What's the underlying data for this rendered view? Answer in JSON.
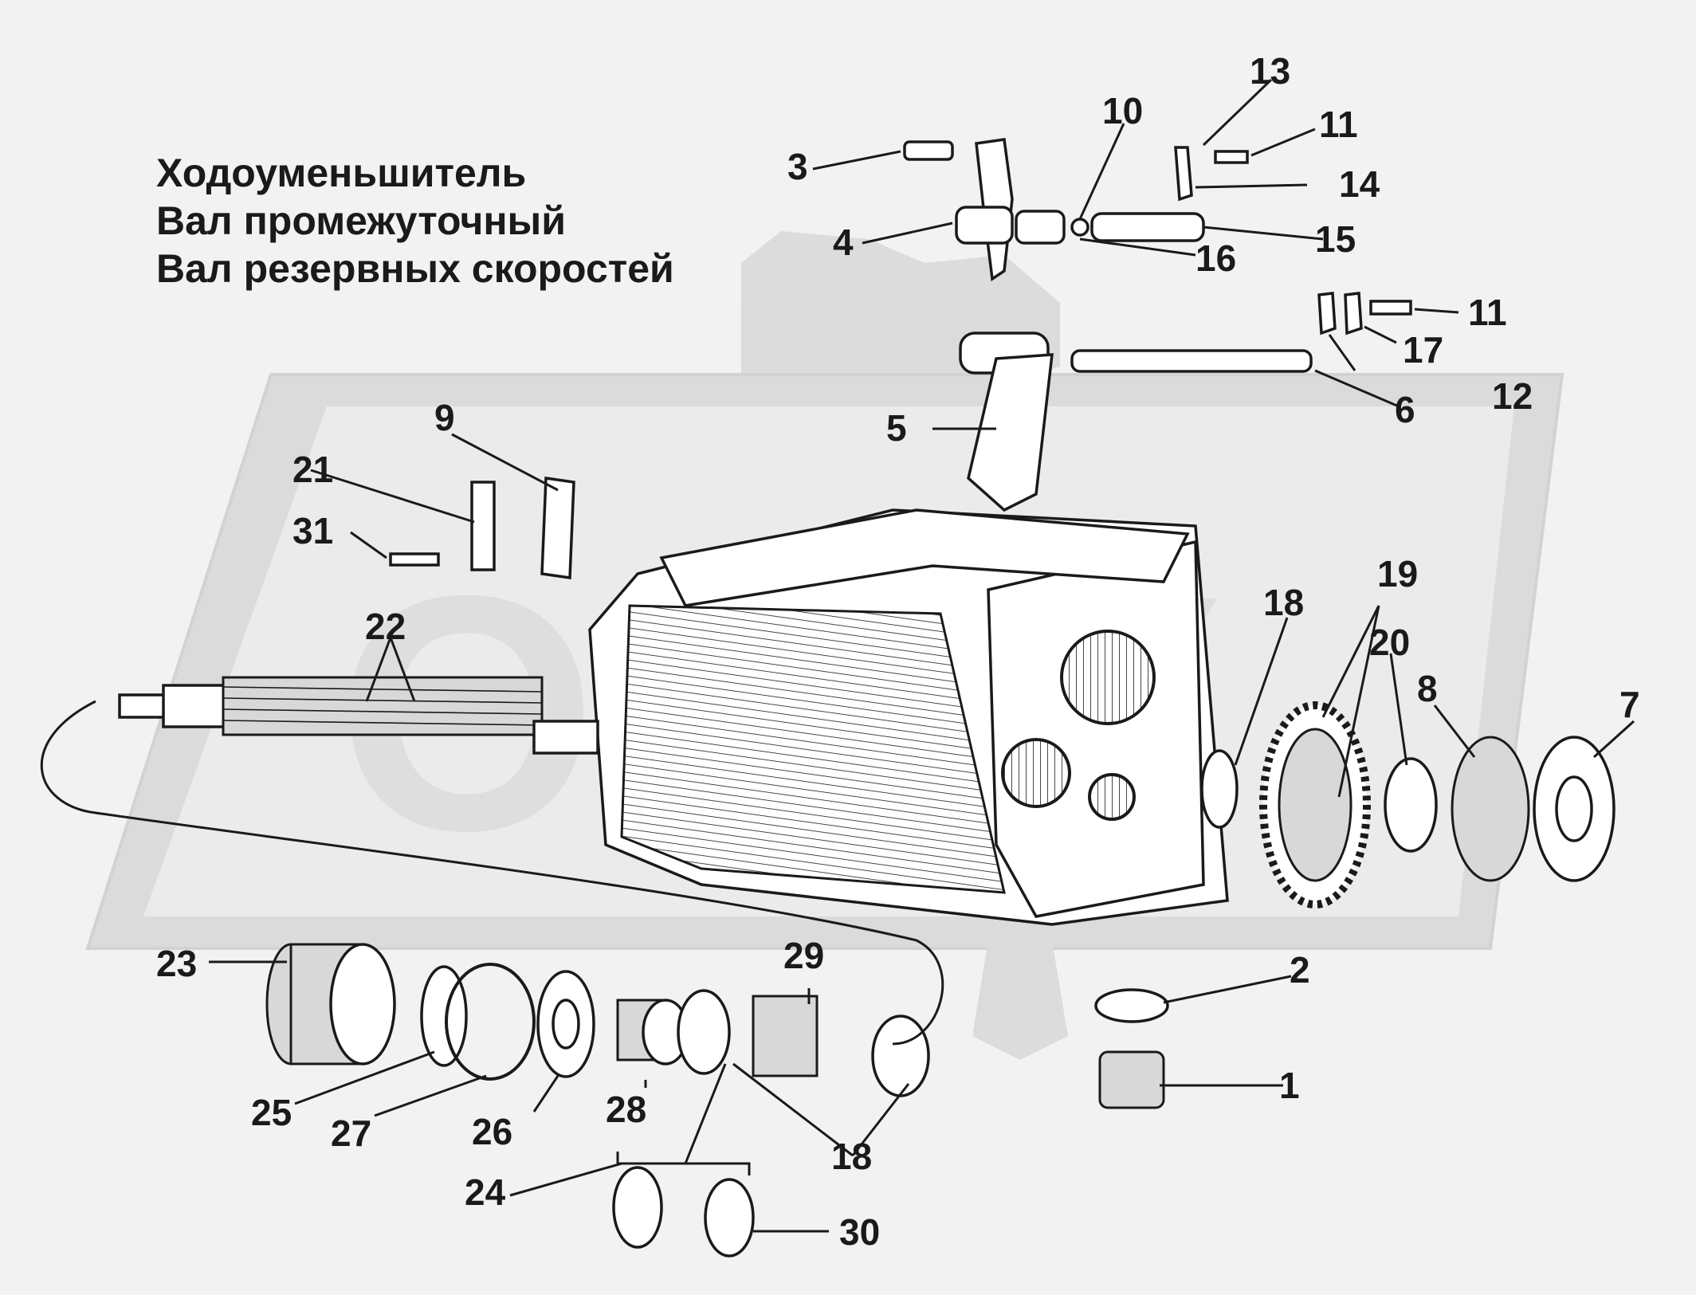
{
  "title_lines": [
    "Ходоуменьшитель",
    "Вал промежуточный",
    "Вал резервных скоростей"
  ],
  "watermark": "ОРТК",
  "callouts": [
    {
      "id": "c1",
      "text": "1"
    },
    {
      "id": "c2",
      "text": "2"
    },
    {
      "id": "c3",
      "text": "3"
    },
    {
      "id": "c4",
      "text": "4"
    },
    {
      "id": "c5",
      "text": "5"
    },
    {
      "id": "c6",
      "text": "6"
    },
    {
      "id": "c7",
      "text": "7"
    },
    {
      "id": "c8",
      "text": "8"
    },
    {
      "id": "c9",
      "text": "9"
    },
    {
      "id": "c10",
      "text": "10"
    },
    {
      "id": "c11a",
      "text": "11"
    },
    {
      "id": "c11b",
      "text": "11"
    },
    {
      "id": "c12",
      "text": "12"
    },
    {
      "id": "c13",
      "text": "13"
    },
    {
      "id": "c14",
      "text": "14"
    },
    {
      "id": "c15",
      "text": "15"
    },
    {
      "id": "c16",
      "text": "16"
    },
    {
      "id": "c17",
      "text": "17"
    },
    {
      "id": "c18a",
      "text": "18"
    },
    {
      "id": "c18b",
      "text": "18"
    },
    {
      "id": "c19",
      "text": "19"
    },
    {
      "id": "c20",
      "text": "20"
    },
    {
      "id": "c21",
      "text": "21"
    },
    {
      "id": "c22",
      "text": "22"
    },
    {
      "id": "c23",
      "text": "23"
    },
    {
      "id": "c24",
      "text": "24"
    },
    {
      "id": "c25",
      "text": "25"
    },
    {
      "id": "c26",
      "text": "26"
    },
    {
      "id": "c27",
      "text": "27"
    },
    {
      "id": "c28",
      "text": "28"
    },
    {
      "id": "c29",
      "text": "29"
    },
    {
      "id": "c30",
      "text": "30"
    },
    {
      "id": "c31",
      "text": "31"
    }
  ]
}
